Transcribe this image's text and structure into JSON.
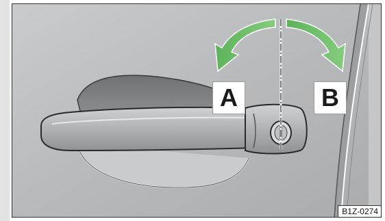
{
  "figure": {
    "label_a": "A",
    "label_b": "B",
    "code": "B1Z-0274"
  },
  "colors": {
    "arrow_green": "#6fbf6a",
    "door_gray": "#b9bbbd",
    "handle_gray": "#a9abad"
  },
  "icons": {
    "left_arrow": "curved-arrow-left-icon",
    "right_arrow": "curved-arrow-right-icon",
    "lock": "key-lock-icon"
  }
}
